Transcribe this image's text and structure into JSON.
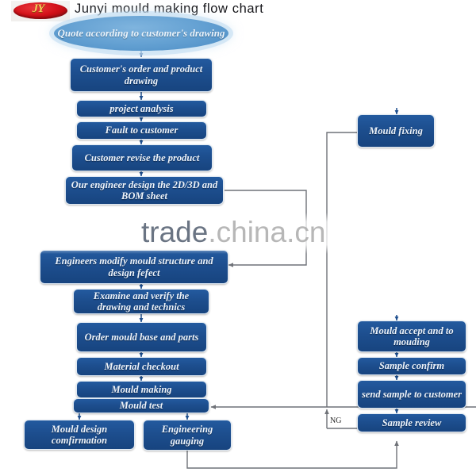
{
  "header": {
    "logo_text": "JY",
    "logo_name": "junyi-logo",
    "title": "Junyi mould making flow chart"
  },
  "watermark": {
    "part1": "trade",
    "part2": ".china.cn"
  },
  "colors": {
    "node_fill": "#1d4e8e",
    "node_border": "#dfe9f3",
    "start_fill": "#63a0d2",
    "connector": "#6f7278",
    "title_color": "#16161a",
    "logo_oval": "#d4121a",
    "logo_letters": "#f6c95a"
  },
  "flow": {
    "start": {
      "label": "Quote according to customer's drawing"
    },
    "main_column": [
      {
        "id": "n1",
        "label": "Customer's order and product drawing"
      },
      {
        "id": "n2",
        "label": "project analysis"
      },
      {
        "id": "n3",
        "label": "Fault  to customer"
      },
      {
        "id": "n4",
        "label": "Customer revise the product"
      },
      {
        "id": "n5",
        "label": "Our engineer design the 2D/3D and BOM sheet"
      },
      {
        "id": "n6",
        "label": "Engineers modify mould structure and  design fefect"
      },
      {
        "id": "n7",
        "label": "Examine and verify  the drawing and technics"
      },
      {
        "id": "n8",
        "label": "Order mould base and parts"
      },
      {
        "id": "n9",
        "label": "Material checkout"
      },
      {
        "id": "n10",
        "label": "Mould making"
      },
      {
        "id": "n11",
        "label": "Mould  test"
      }
    ],
    "bottom_row": [
      {
        "id": "b1",
        "label": "Mould  design comfirmation"
      },
      {
        "id": "b2",
        "label": "Engineering gauging"
      }
    ],
    "right_column": [
      {
        "id": "r1",
        "label": "Mould fixing"
      },
      {
        "id": "r2",
        "label": "Mould accept and to  mouding"
      },
      {
        "id": "r3",
        "label": "Sample confirm"
      },
      {
        "id": "r4",
        "label": "send sample  to customer"
      },
      {
        "id": "r5",
        "label": "Sample review"
      }
    ],
    "edge_labels": [
      {
        "id": "ng",
        "label": "NG"
      }
    ]
  }
}
